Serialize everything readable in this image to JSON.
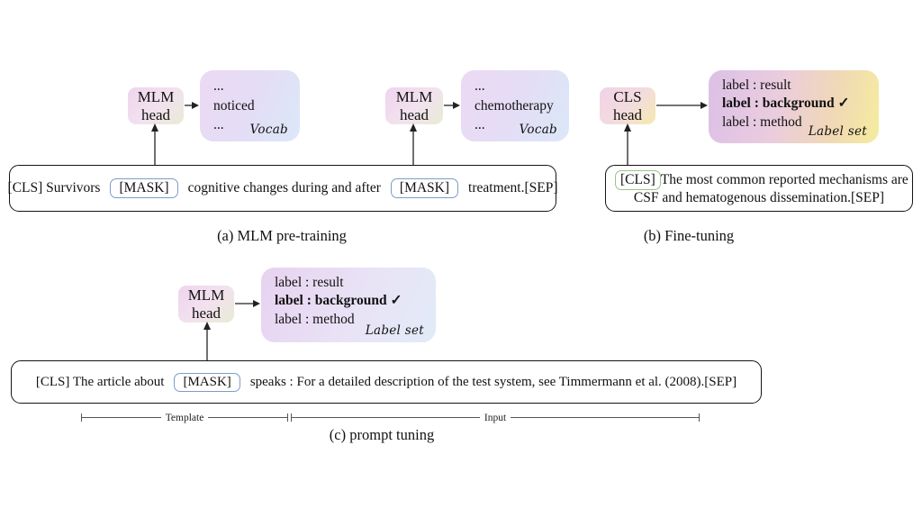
{
  "figure": {
    "panel_a": {
      "caption": "(a) MLM pre-training",
      "mlm_head_1": {
        "line1": "MLM",
        "line2": "head"
      },
      "mlm_head_2": {
        "line1": "MLM",
        "line2": "head"
      },
      "vocab_1": {
        "ellipsis_top": "...",
        "word": "noticed",
        "ellipsis_bottom": "...",
        "tag": "Vocab"
      },
      "vocab_2": {
        "ellipsis_top": "...",
        "word": "chemotherapy",
        "ellipsis_bottom": "...",
        "tag": "Vocab"
      },
      "sentence": {
        "seg1": "[CLS] Survivors",
        "mask1": "[MASK]",
        "seg2": "cognitive changes during and after",
        "mask2": "[MASK]",
        "seg3": "treatment.[SEP]"
      }
    },
    "panel_b": {
      "caption": "(b) Fine-tuning",
      "cls_head": {
        "line1": "CLS",
        "line2": "head"
      },
      "label_set": {
        "item1": "label : result",
        "item2": "label : background ✓",
        "item3": "label : method",
        "tag": "Label set"
      },
      "sentence": {
        "cls": "[CLS]",
        "line1": "The most common reported mechanisms are",
        "line2": "CSF and hematogenous dissemination.[SEP]"
      }
    },
    "panel_c": {
      "caption": "(c) prompt tuning",
      "mlm_head": {
        "line1": "MLM",
        "line2": "head"
      },
      "label_set": {
        "item1": "label : result",
        "item2": "label : background ✓",
        "item3": "label : method",
        "tag": "Label set"
      },
      "sentence": {
        "seg1": "[CLS] The article about",
        "mask": "[MASK]",
        "seg2": "speaks : For a detailed description of the test system, see Timmermann et al. (2008).[SEP]"
      },
      "brackets": {
        "template": "Template",
        "input": "Input"
      }
    },
    "colors": {
      "mask_border": "#7d9cc8",
      "cls_border": "#9cc28c",
      "head_pink": "#efd4ef",
      "head_olive": "#e8ebd5",
      "cls_head_yellow": "#f6e9ae",
      "vocab_pink": "#edd9f4",
      "vocab_blue": "#dbe8f8",
      "labelset_purple": "#dcc0e6",
      "labelset_yellow": "#f5ec9e",
      "labelset_blue": "#e1ebf8"
    }
  }
}
